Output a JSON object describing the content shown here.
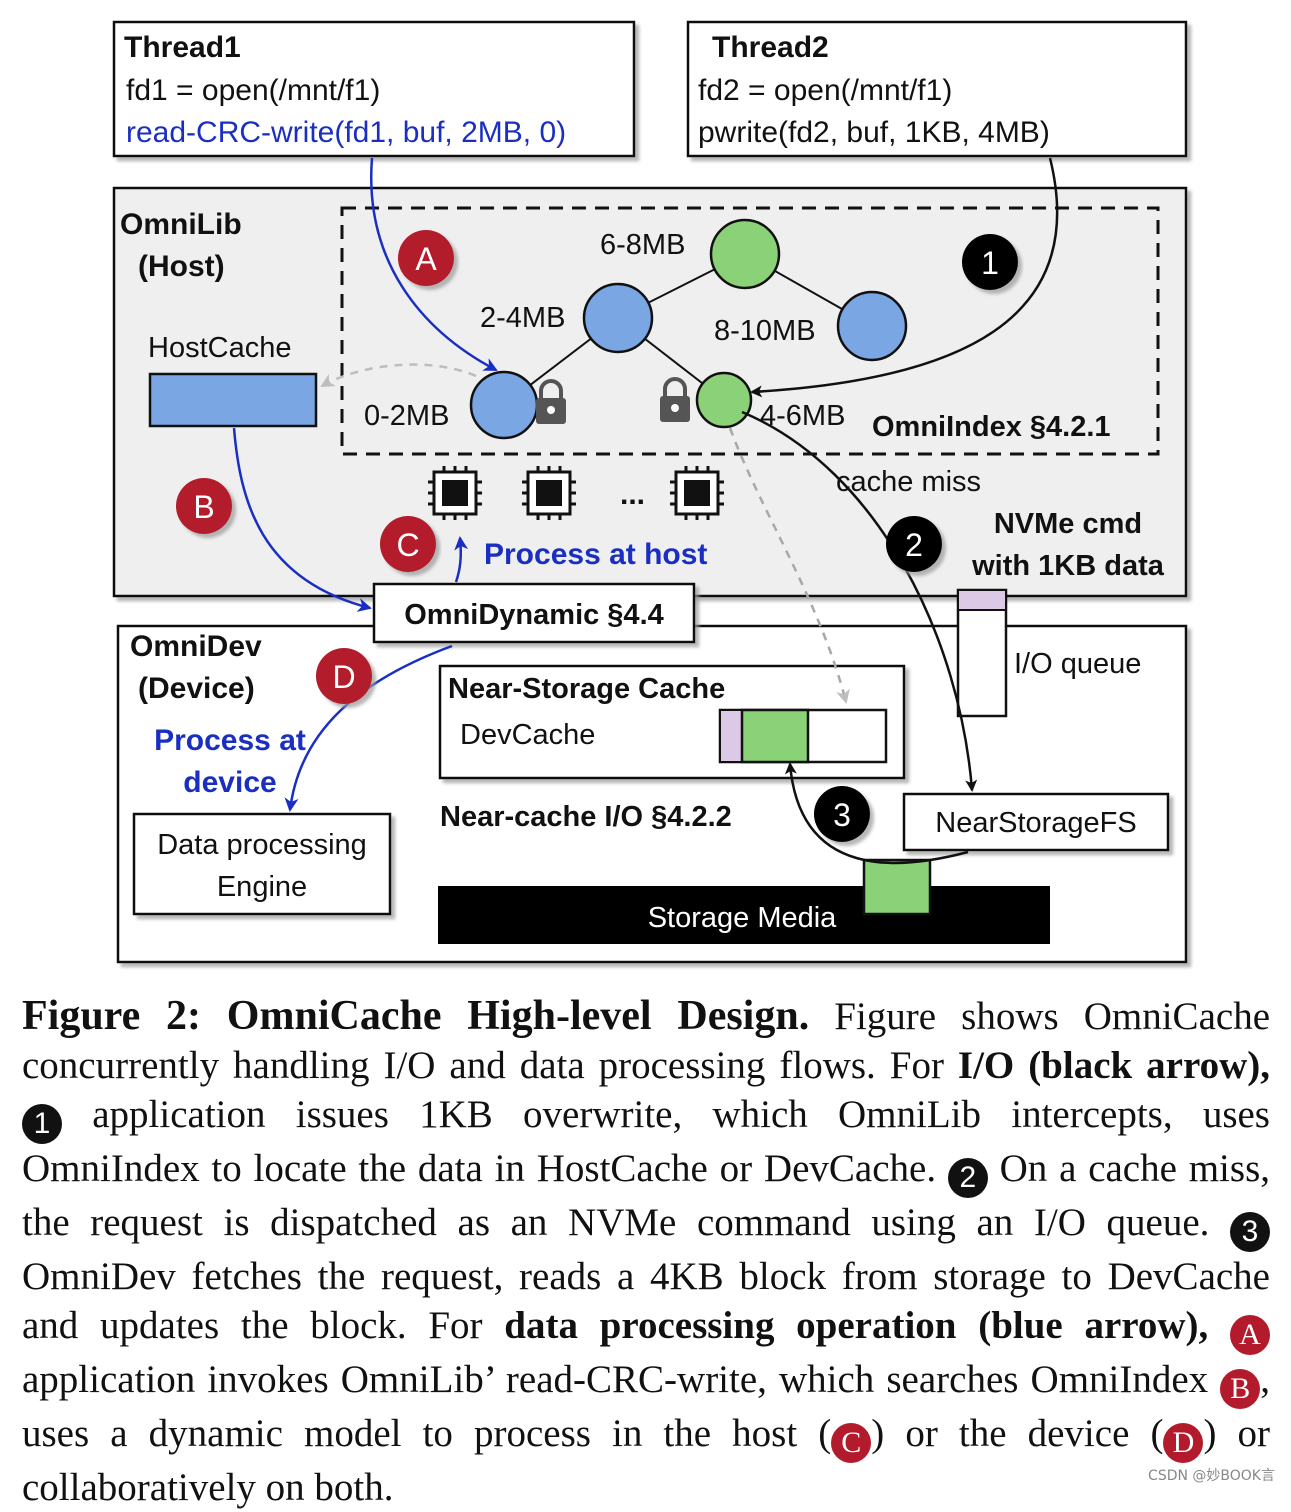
{
  "thread1": {
    "title": "Thread1",
    "line1": "fd1 = open(/mnt/f1)",
    "line2": "read-CRC-write(fd1, buf, 2MB, 0)"
  },
  "thread2": {
    "title": "Thread2",
    "line1": "fd2 = open(/mnt/f1)",
    "line2": "pwrite(fd2, buf, 1KB, 4MB)"
  },
  "omnilib": {
    "title_line1": "OmniLib",
    "title_line2": "(Host)",
    "hostcache": "HostCache",
    "process_at_host": "Process at host",
    "cache_miss": "cache miss",
    "nvme_line1": "NVMe cmd",
    "nvme_line2": "with 1KB data",
    "cpu_ellipsis": "..."
  },
  "omniindex": {
    "label": "OmniIndex §4.2.1",
    "nodes": [
      "6-8MB",
      "2-4MB",
      "8-10MB",
      "0-2MB",
      "4-6MB"
    ]
  },
  "omnidynamic": "OmniDynamic §4.4",
  "omnidev": {
    "title_line1": "OmniDev",
    "title_line2": "(Device)",
    "process_line1": "Process at",
    "process_line2": "device",
    "engine_line1": "Data processing",
    "engine_line2": "Engine",
    "near_storage_cache": "Near-Storage Cache",
    "devcache": "DevCache",
    "near_cache_io": "Near-cache I/O §4.2.2",
    "io_queue": "I/O queue",
    "nearstoragefs": "NearStorageFS",
    "storage_media": "Storage Media"
  },
  "markers": {
    "a": "A",
    "b": "B",
    "c": "C",
    "d": "D",
    "one": "1",
    "two": "2",
    "three": "3"
  },
  "colors": {
    "blue_node": "#7aa6e4",
    "green_node": "#8bd177",
    "blue_arrow": "#1a2fc2",
    "red_marker": "#b31b2c",
    "host_panel": "#efefef",
    "io_queue_head": "#dcc9e6"
  },
  "caption": {
    "title": "Figure 2: OmniCache High-level Design.",
    "s1": " Figure shows OmniCache concurrently handling I/O and data processing flows. For ",
    "io_bold": "I/O (black arrow),",
    "s2": " application issues 1KB overwrite, which OmniLib intercepts, uses OmniIndex to locate the data in HostCache or DevCache. ",
    "s3": " On a cache miss, the request is dispatched as an NVMe command using an I/O queue. ",
    "s4": " OmniDev fetches the request, reads a 4KB block from storage to DevCache and updates the block. For ",
    "dp_bold": "data processing operation (blue arrow),",
    "s5": " application invokes OmniLib’ read-CRC-write, which searches OmniIndex ",
    "s6": ", uses a dynamic model to process in the host (",
    "s7": ") or the device (",
    "s8": ") or collaboratively on both."
  },
  "watermark": "CSDN @妙BOOK言"
}
